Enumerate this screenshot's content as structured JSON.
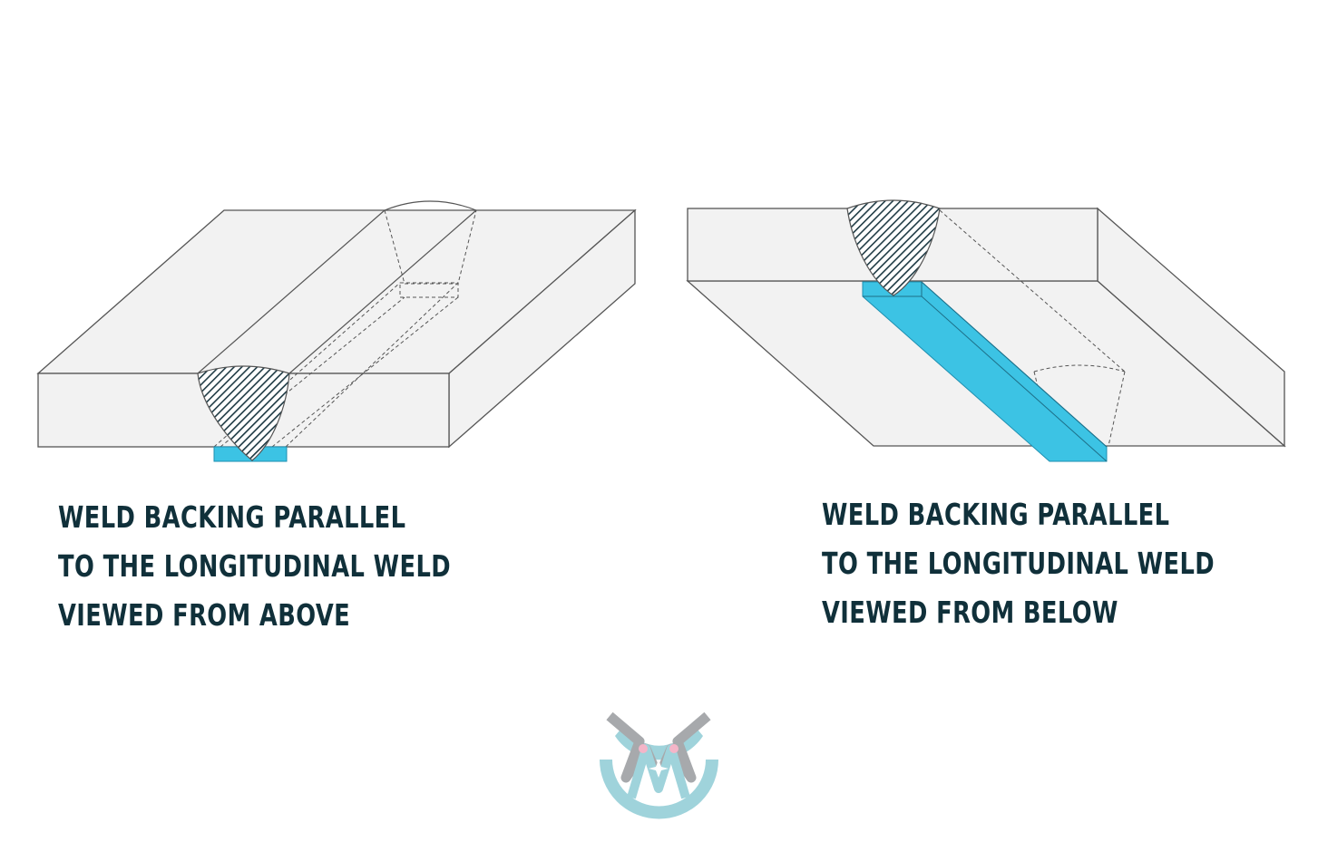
{
  "left_panel": {
    "caption": {
      "line1": "WELD BACKING PARALLEL",
      "line2": "TO THE LONGITUDINAL WELD",
      "line3": "VIEWED FROM ABOVE"
    }
  },
  "right_panel": {
    "caption": {
      "line1": "WELD BACKING PARALLEL",
      "line2": "TO THE LONGITUDINAL WELD",
      "line3": "VIEWED FROM BELOW"
    }
  },
  "colors": {
    "plate_fill": "#f2f2f2",
    "plate_stroke": "#555555",
    "backing_fill": "#3cc3e4",
    "weld_hatch": "#1e3a44",
    "caption_text": "#10303a",
    "logo_teal": "#9fd3db",
    "logo_gray": "#a7a9ac",
    "logo_pink": "#f4b5c8"
  }
}
